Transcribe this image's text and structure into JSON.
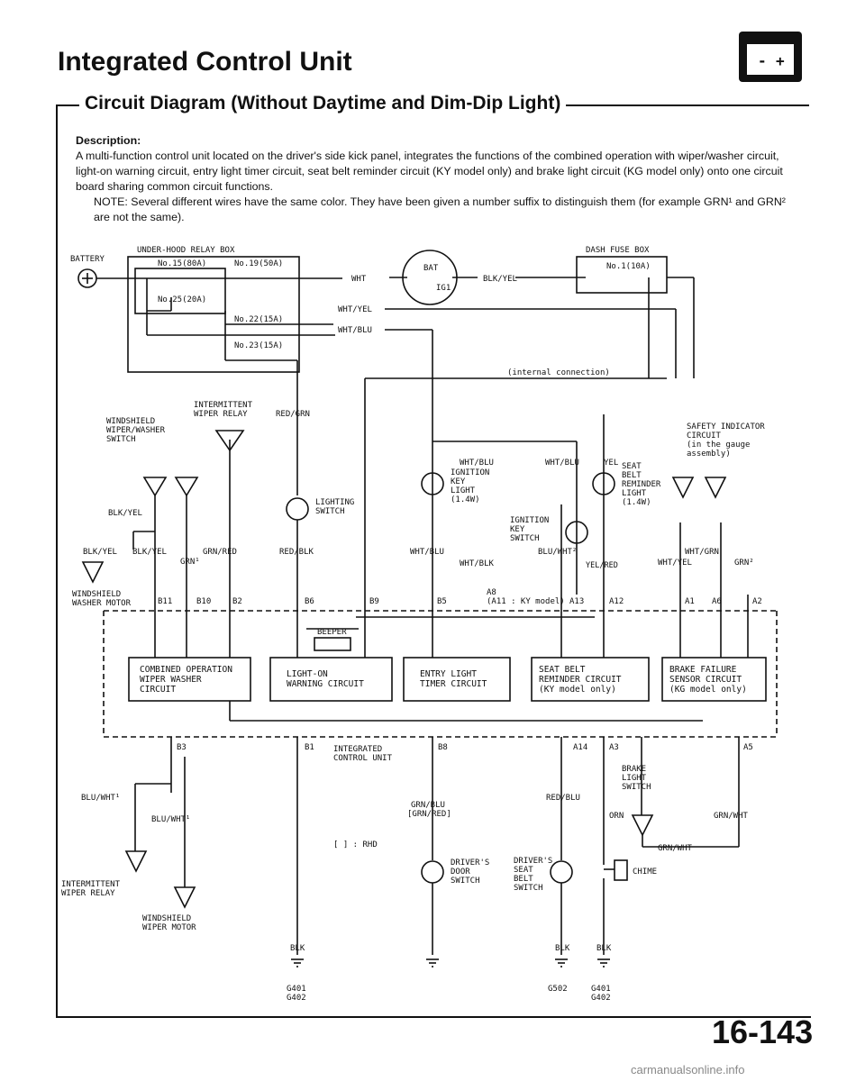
{
  "page": {
    "title": "Integrated Control Unit",
    "subtitle": "Circuit Diagram (Without Daytime and Dim-Dip Light)",
    "page_number": "16-143",
    "watermark": "carmanualsonline.info",
    "battery_icon_symbols": [
      "-",
      "+"
    ]
  },
  "description": {
    "label": "Description:",
    "text": "A multi-function control unit located on the driver's side kick panel, integrates the functions of the combined operation with wiper/washer circuit, light-on warning circuit, entry light timer circuit, seat belt reminder circuit (KY model only) and brake light circuit (KG model only) onto one circuit board sharing common circuit functions.",
    "note": "NOTE: Several different wires have the same color. They have been given a number suffix to distinguish them (for example GRN¹ and GRN² are not the same)."
  },
  "diagram": {
    "battery": "BATTERY",
    "under_hood_box": "UNDER-HOOD RELAY BOX",
    "fuse_15": "No.15(80A)",
    "fuse_19": "No.19(50A)",
    "fuse_25": "No.25(20A)",
    "fuse_22": "No.22(15A)",
    "fuse_23": "No.23(15A)",
    "wht": "WHT",
    "wht_yel": "WHT/YEL",
    "wht_blu": "WHT/BLU",
    "ignition_switch_bat": "BAT",
    "ignition_switch_ig1": "IG1",
    "blk_yel": "BLK/YEL",
    "dash_fuse_box": "DASH FUSE BOX",
    "fuse_1": "No.1(10A)",
    "internal_connection": "(internal connection)",
    "intermittent_wiper_relay": [
      "INTERMITTENT",
      "WIPER RELAY"
    ],
    "windshield_switch": [
      "WINDSHIELD",
      "WIPER/WASHER",
      "SWITCH"
    ],
    "red_grn": "RED/GRN",
    "lighting_switch": [
      "LIGHTING",
      "SWITCH"
    ],
    "red_blk": "RED/BLK",
    "blk_yel_1": "BLK/YEL",
    "blk_yel_2": "BLK/YEL",
    "blk_yel_3": "BLK/YEL",
    "grn_red": "GRN/RED",
    "grn1": "GRN¹",
    "washer_motor": [
      "WINDSHIELD",
      "WASHER MOTOR"
    ],
    "wht_blu_2": "WHT/BLU",
    "wht_blu_3": "WHT/BLU",
    "yel": "YEL",
    "ignition_key_light": [
      "IGNITION",
      "KEY",
      "LIGHT",
      "(1.4W)"
    ],
    "seat_belt_light": [
      "SEAT",
      "BELT",
      "REMINDER",
      "LIGHT",
      "(1.4W)"
    ],
    "ignition_key_switch": [
      "IGNITION",
      "KEY",
      "SWITCH"
    ],
    "wht_blu_4": "WHT/BLU",
    "wht_blk": "WHT/BLK",
    "blu_wht2": "BLU/WHT²",
    "yel_red": "YEL/RED",
    "safety_indicator": [
      "SAFETY INDICATOR",
      "CIRCUIT",
      "(in the gauge",
      "assembly)"
    ],
    "wht_grn": "WHT/GRN",
    "wht_yel_2": "WHT/YEL",
    "grn2": "GRN²",
    "pins_top": [
      "B11",
      "B10",
      "B2",
      "B6",
      "B9",
      "B5",
      "A8",
      "(A11 : KY model)",
      "A13",
      "A12",
      "A1",
      "A6",
      "A2"
    ],
    "beeper": "BEEPER",
    "box_combined": [
      "COMBINED OPERATION",
      "WIPER WASHER",
      "CIRCUIT"
    ],
    "box_light_on": [
      "LIGHT-ON",
      "WARNING CIRCUIT"
    ],
    "box_entry": [
      "ENTRY LIGHT",
      "TIMER CIRCUIT"
    ],
    "box_seat_belt": [
      "SEAT BELT",
      "REMINDER CIRCUIT",
      "(KY model only)"
    ],
    "box_brake": [
      "BRAKE FAILURE",
      "SENSOR CIRCUIT",
      "(KG model only)"
    ],
    "pins_bottom": [
      "B3",
      "B1",
      "B8",
      "A14",
      "A3",
      "A5"
    ],
    "icu_label": [
      "INTEGRATED",
      "CONTROL UNIT"
    ],
    "blu_wht1_a": "BLU/WHT¹",
    "blu_wht1_b": "BLU/WHT¹",
    "intermittent_relay_2": [
      "INTERMITTENT",
      "WIPER RELAY"
    ],
    "windshield_motor": [
      "WINDSHIELD",
      "WIPER MOTOR"
    ],
    "grn_blu": "GRN/BLU",
    "grn_red_rhd": "[GRN/RED]",
    "rhd_note": "[ ] : RHD",
    "drivers_door_switch": [
      "DRIVER'S",
      "DOOR",
      "SWITCH"
    ],
    "red_blu": "RED/BLU",
    "orn": "ORN",
    "brake_light_switch": [
      "BRAKE",
      "LIGHT",
      "SWITCH"
    ],
    "grn_wht": "GRN/WHT",
    "grn_wht_2": "GRN/WHT",
    "drivers_seat_belt_switch": [
      "DRIVER'S",
      "SEAT",
      "BELT",
      "SWITCH"
    ],
    "chime": "CHIME",
    "blk_1": "BLK",
    "blk_2": "BLK",
    "blk_3": "BLK",
    "g401_g402_a": [
      "G401",
      "G402"
    ],
    "g502": "G502",
    "g401_g402_b": [
      "G401",
      "G402"
    ]
  }
}
